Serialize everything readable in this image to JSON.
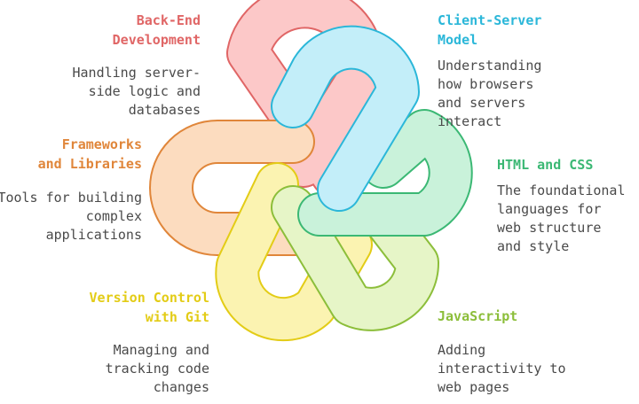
{
  "items": [
    {
      "key": "backend",
      "title": "Back-End\nDevelopment",
      "desc": "Handling server-\nside logic and\ndatabases",
      "color": "#e06666",
      "fill": "#fcc8c8"
    },
    {
      "key": "clientserver",
      "title": "Client-Server\nModel",
      "desc": "Understanding\nhow browsers\nand servers\ninteract",
      "color": "#2bb7d9",
      "fill": "#c3eef9"
    },
    {
      "key": "htmlcss",
      "title": "HTML and CSS",
      "desc": "The foundational\nlanguages for\nweb structure\nand style",
      "color": "#3bb874",
      "fill": "#c9f2da"
    },
    {
      "key": "javascript",
      "title": "JavaScript",
      "desc": "Adding\ninteractivity to\nweb pages",
      "color": "#8cbe3a",
      "fill": "#e6f5c7"
    },
    {
      "key": "git",
      "title": "Version Control\nwith Git",
      "desc": "Managing and\ntracking code\nchanges",
      "color": "#e3cc16",
      "fill": "#fbf3b1"
    },
    {
      "key": "frameworks",
      "title": "Frameworks\nand Libraries",
      "desc": "Tools for building\ncomplex\napplications",
      "color": "#e0863a",
      "fill": "#fcdcbf"
    }
  ]
}
